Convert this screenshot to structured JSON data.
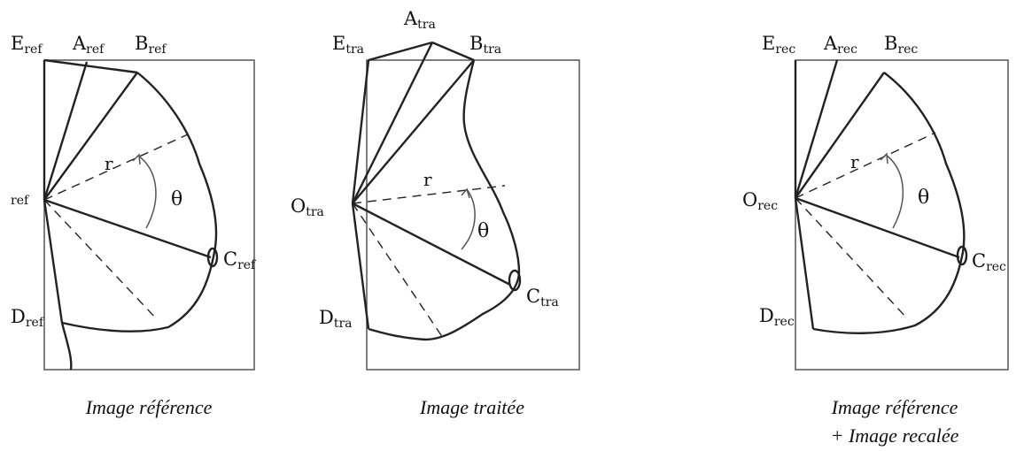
{
  "panels": [
    {
      "id": "ref",
      "caption": "Image référence",
      "labels": {
        "E": {
          "base": "E",
          "sub": "ref"
        },
        "A": {
          "base": "A",
          "sub": "ref"
        },
        "B": {
          "base": "B",
          "sub": "ref"
        },
        "O": {
          "base": "",
          "sub": "ref"
        },
        "C": {
          "base": "C",
          "sub": "ref"
        },
        "D": {
          "base": "D",
          "sub": "ref"
        }
      },
      "r": "r",
      "theta": "θ"
    },
    {
      "id": "tra",
      "caption": "Image traitée",
      "labels": {
        "E": {
          "base": "E",
          "sub": "tra"
        },
        "A": {
          "base": "A",
          "sub": "tra"
        },
        "B": {
          "base": "B",
          "sub": "tra"
        },
        "O": {
          "base": "O",
          "sub": "tra"
        },
        "C": {
          "base": "C",
          "sub": "tra"
        },
        "D": {
          "base": "D",
          "sub": "tra"
        }
      },
      "r": "r",
      "theta": "θ"
    },
    {
      "id": "rec",
      "caption": "Image référence",
      "caption2": "+ Image recalée",
      "labels": {
        "E": {
          "base": "E",
          "sub": "rec"
        },
        "A": {
          "base": "A",
          "sub": "rec"
        },
        "B": {
          "base": "B",
          "sub": "rec"
        },
        "O": {
          "base": "O",
          "sub": "rec"
        },
        "C": {
          "base": "C",
          "sub": "rec"
        },
        "D": {
          "base": "D",
          "sub": "rec"
        }
      },
      "r": "r",
      "theta": "θ"
    }
  ]
}
